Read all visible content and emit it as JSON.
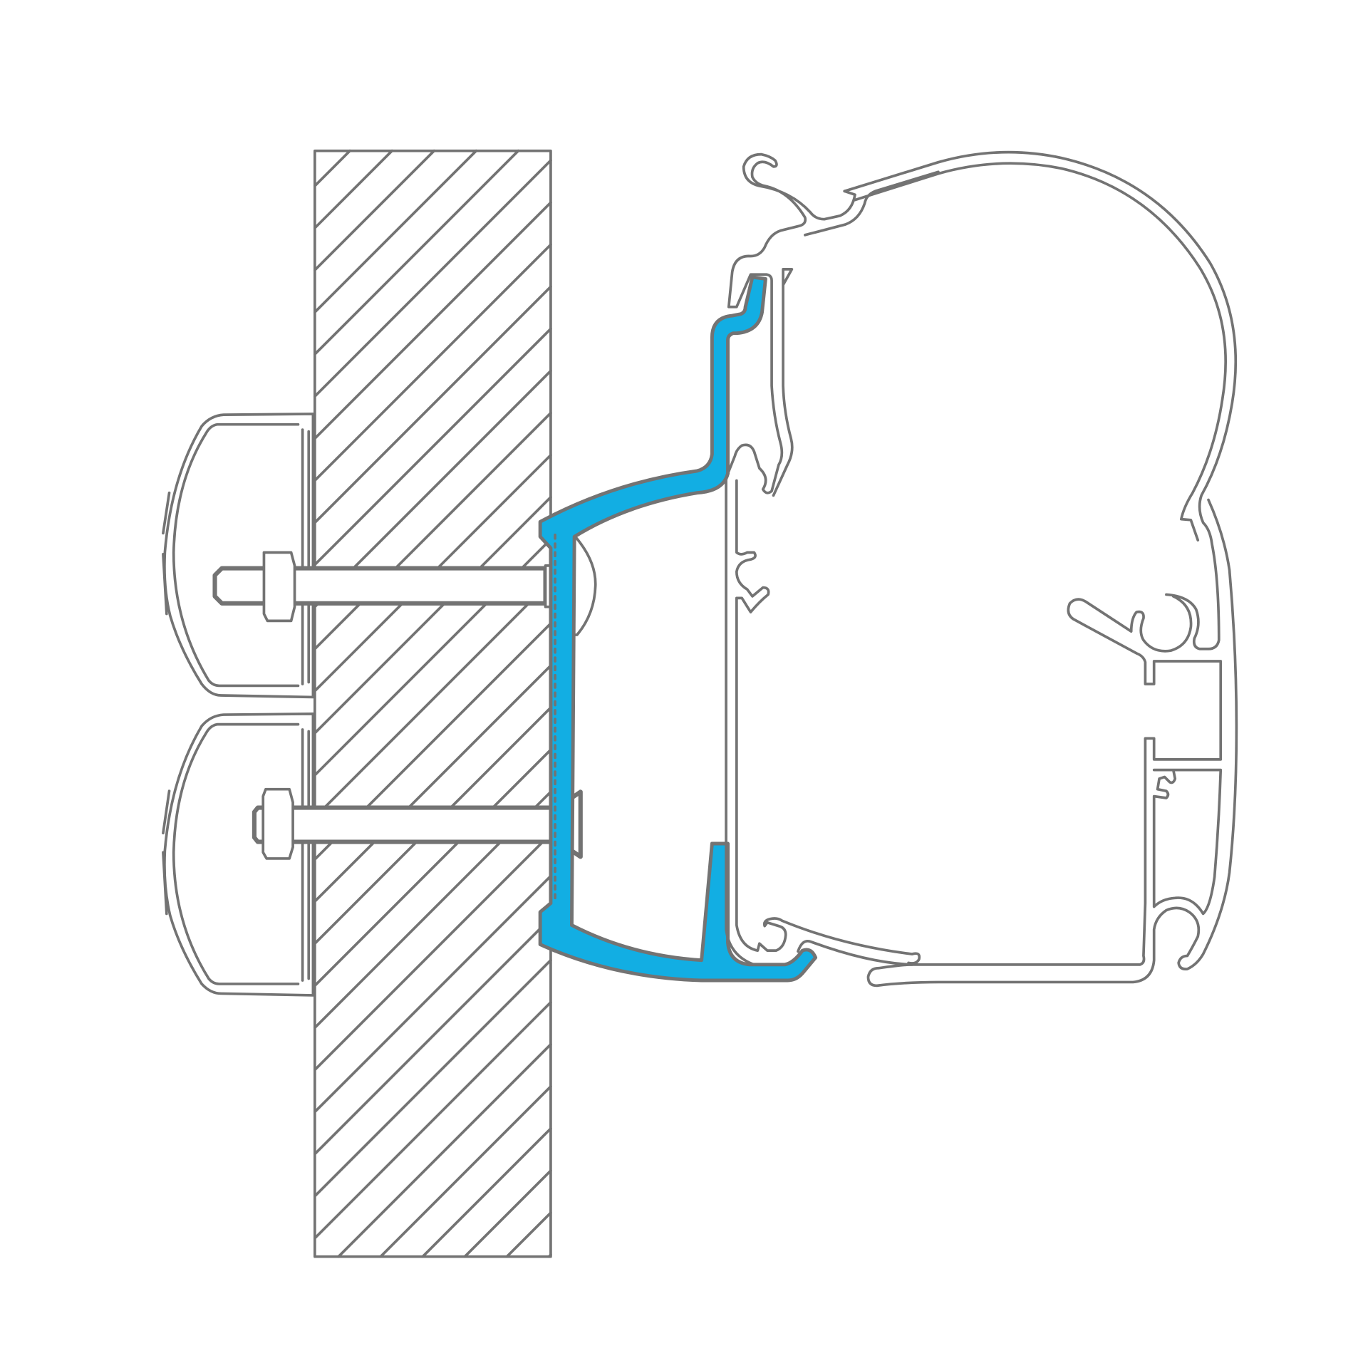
{
  "diagram": {
    "kind": "awning adapter rail cross-section",
    "colors": {
      "outline": "#737373",
      "adapter_highlight": "#12aee3",
      "background": "#ffffff"
    },
    "components": [
      "wall-section",
      "adapter-profile",
      "awning-rail-profile",
      "end-cap-upper",
      "end-cap-lower",
      "bolt-upper",
      "bolt-lower"
    ]
  }
}
